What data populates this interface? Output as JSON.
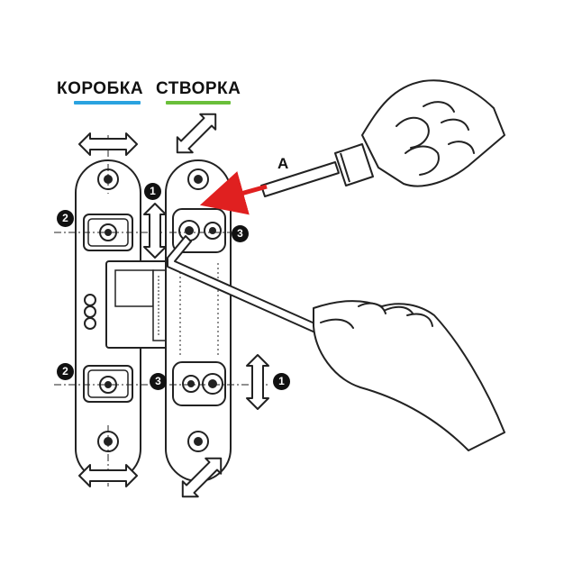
{
  "labels": {
    "frame": "КОРОБКА",
    "sash": "СТВОРКА",
    "point_a": "A"
  },
  "markers": {
    "m1": "1",
    "m2": "2",
    "m3": "3"
  },
  "colors": {
    "frame_underline": "#2aa3e0",
    "sash_underline": "#6abf3a",
    "pointer_arrow": "#e02020",
    "line": "#222222"
  },
  "icons": [
    "hex-key-icon",
    "screwdriver-icon",
    "hand-icon",
    "hinge-icon",
    "double-arrow-icon"
  ]
}
